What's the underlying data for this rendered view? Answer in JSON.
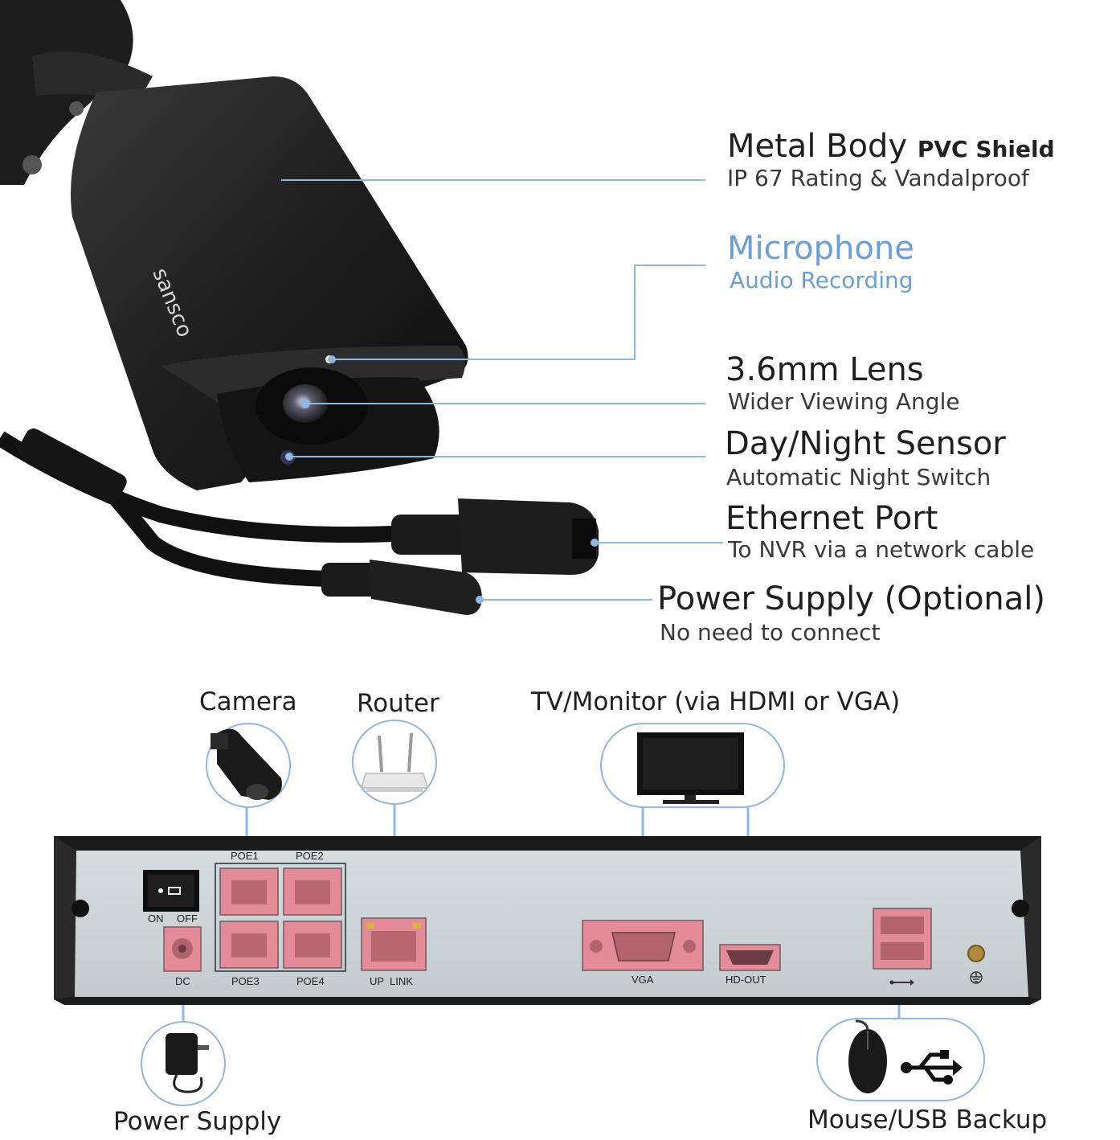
{
  "camera": {
    "brand": "sansco",
    "features": [
      {
        "title": "Metal Body",
        "title_extra": "PVC Shield",
        "subtitle": "IP 67 Rating & Vandalproof"
      },
      {
        "title": "Microphone",
        "subtitle": "Audio Recording"
      },
      {
        "title": "3.6mm Lens",
        "subtitle": "Wider Viewing Angle"
      },
      {
        "title": "Day/Night Sensor",
        "subtitle": "Automatic Night Switch"
      },
      {
        "title": "Ethernet Port",
        "subtitle": "To NVR via a network cable"
      },
      {
        "title": "Power Supply (Optional)",
        "subtitle": "No need to connect"
      }
    ]
  },
  "nvr": {
    "devices": {
      "camera": "Camera",
      "router": "Router",
      "tv": "TV/Monitor (via HDMI or VGA)",
      "power": "Power Supply",
      "mouse": "Mouse/USB Backup"
    },
    "ports": {
      "on": "ON",
      "off": "OFF",
      "dc": "DC",
      "poe1": "POE1",
      "poe2": "POE2",
      "poe3": "POE3",
      "poe4": "POE4",
      "uplink": "UP  LINK",
      "vga": "VGA",
      "hdout": "HD-OUT"
    }
  },
  "colors": {
    "callout_line": "#8fb7e0",
    "highlight_text": "#6a9fd6",
    "port_highlight": "#e48b9a",
    "panel": "#cfd6d9",
    "chassis": "#1b1b1b"
  },
  "icons": [
    "camera-icon",
    "router-icon",
    "monitor-icon",
    "power-adapter-icon",
    "mouse-icon",
    "usb-icon",
    "ground-icon"
  ]
}
